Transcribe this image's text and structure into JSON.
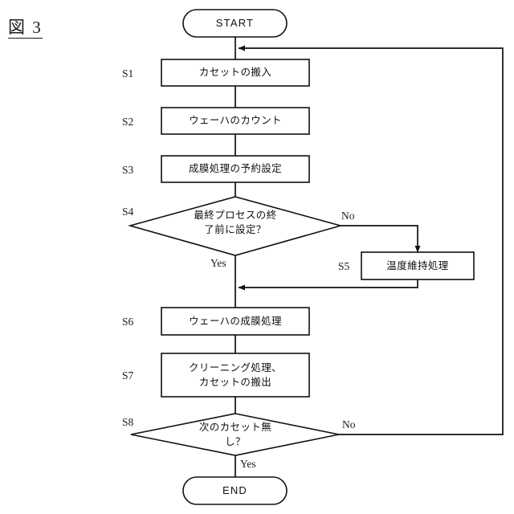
{
  "figure": {
    "title": "図 3"
  },
  "flowchart": {
    "start": {
      "label": "START"
    },
    "end": {
      "label": "END"
    },
    "branch_labels": {
      "yes": "Yes",
      "no": "No"
    },
    "steps": [
      {
        "id": "S1",
        "step_label": "S1",
        "kind": "process",
        "text": "カセットの搬入"
      },
      {
        "id": "S2",
        "step_label": "S2",
        "kind": "process",
        "text": "ウェーハのカウント"
      },
      {
        "id": "S3",
        "step_label": "S3",
        "kind": "process",
        "text": "成膜処理の予約設定"
      },
      {
        "id": "S4",
        "step_label": "S4",
        "kind": "decision",
        "text": "最終プロセスの終\n了前に設定？"
      },
      {
        "id": "S5",
        "step_label": "S5",
        "kind": "process",
        "text": "温度維持処理"
      },
      {
        "id": "S6",
        "step_label": "S6",
        "kind": "process",
        "text": "ウェーハの成膜処理"
      },
      {
        "id": "S7",
        "step_label": "S7",
        "kind": "process",
        "text": "クリーニング処理、\nカセットの搬出"
      },
      {
        "id": "S8",
        "step_label": "S8",
        "kind": "decision",
        "text": "次のカセット無\nし？"
      }
    ],
    "branches": [
      {
        "from": "S4",
        "answer": "No",
        "to": "S5"
      },
      {
        "from": "S4",
        "answer": "Yes",
        "to": "S6"
      },
      {
        "from": "S8",
        "answer": "No",
        "to": "S1"
      },
      {
        "from": "S8",
        "answer": "Yes",
        "to": "END"
      }
    ],
    "colors": {
      "stroke": "#111111",
      "fill": "#ffffff",
      "background": "#ffffff"
    }
  }
}
